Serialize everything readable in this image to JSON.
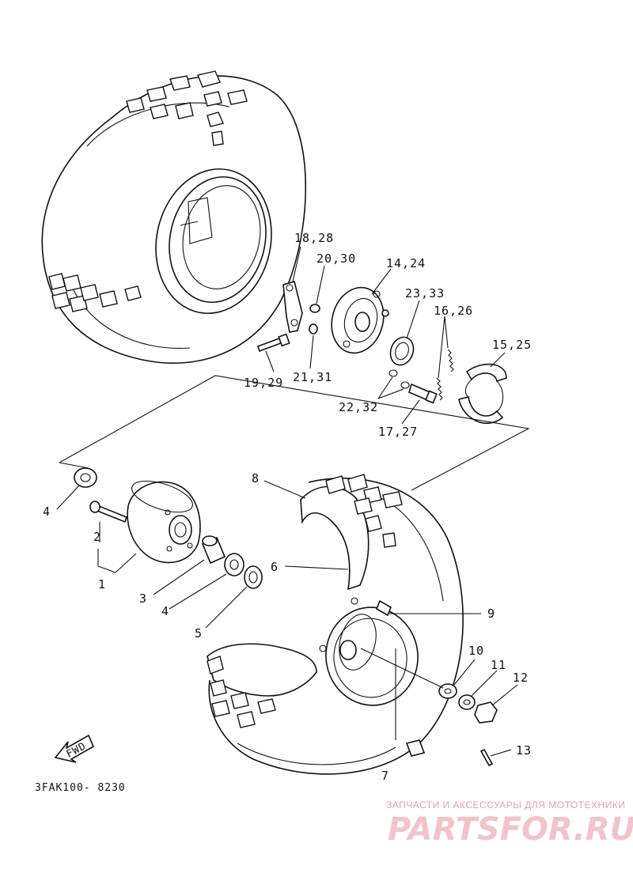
{
  "parts": [
    {
      "id": "p1",
      "label": "1"
    },
    {
      "id": "p2",
      "label": "2"
    },
    {
      "id": "p3",
      "label": "3"
    },
    {
      "id": "p4a",
      "label": "4"
    },
    {
      "id": "p4b",
      "label": "4"
    },
    {
      "id": "p5",
      "label": "5"
    },
    {
      "id": "p6",
      "label": "6"
    },
    {
      "id": "p7",
      "label": "7"
    },
    {
      "id": "p8",
      "label": "8"
    },
    {
      "id": "p9",
      "label": "9"
    },
    {
      "id": "p10",
      "label": "10"
    },
    {
      "id": "p11",
      "label": "11"
    },
    {
      "id": "p12",
      "label": "12"
    },
    {
      "id": "p13",
      "label": "13"
    },
    {
      "id": "p14",
      "label": "14,24"
    },
    {
      "id": "p15",
      "label": "15,25"
    },
    {
      "id": "p16",
      "label": "16,26"
    },
    {
      "id": "p17",
      "label": "17,27"
    },
    {
      "id": "p18",
      "label": "18,28"
    },
    {
      "id": "p19",
      "label": "19,29"
    },
    {
      "id": "p20",
      "label": "20,30"
    },
    {
      "id": "p21",
      "label": "21,31"
    },
    {
      "id": "p22",
      "label": "22,32"
    },
    {
      "id": "p23",
      "label": "23,33"
    }
  ],
  "direction_arrow": "FWD",
  "diagram_code": "3FAK100- 8230",
  "watermark": {
    "tagline": "ЗАПЧАСТИ И АКСЕССУАРЫ ДЛЯ МОТОТЕХНИКИ",
    "logo": "PARTSFOR.RU"
  }
}
